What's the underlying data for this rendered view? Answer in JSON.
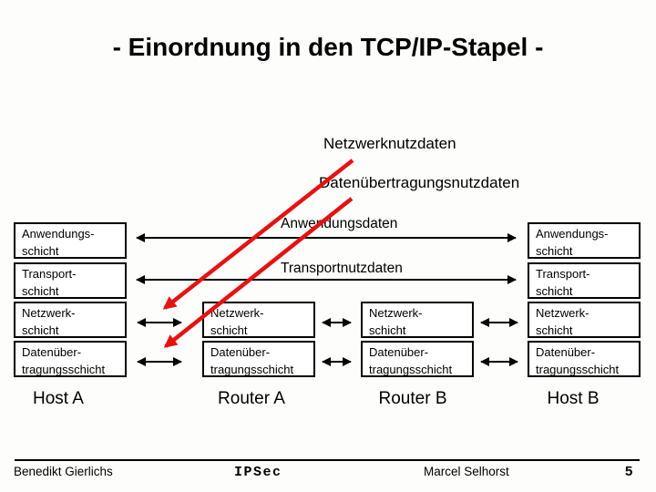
{
  "title": "- Einordnung in den TCP/IP-Stapel -",
  "flow_labels": {
    "netzwerknutzdaten": "Netzwerknutzdaten",
    "datenuebertragungsnutzdaten": "Datenübertragungsnutzdaten",
    "anwendungsdaten": "Anwendungsdaten",
    "transportnutzdaten": "Transportnutzdaten"
  },
  "layers": {
    "host": [
      [
        "Anwendungs-",
        "schicht"
      ],
      [
        "Transport-",
        "schicht"
      ],
      [
        "Netzwerk-",
        "schicht"
      ],
      [
        "Datenüber-",
        "tragungsschicht"
      ]
    ],
    "router": [
      [
        "Netzwerk-",
        "schicht"
      ],
      [
        "Datenüber-",
        "tragungsschicht"
      ]
    ]
  },
  "columns": [
    {
      "id": "host-a",
      "label": "Host A",
      "type": "host"
    },
    {
      "id": "router-a",
      "label": "Router A",
      "type": "router"
    },
    {
      "id": "router-b",
      "label": "Router B",
      "type": "router"
    },
    {
      "id": "host-b",
      "label": "Host B",
      "type": "host"
    }
  ],
  "footer": {
    "author_left": "Benedikt Gierlichs",
    "topic_center": "IPSec",
    "author_right": "Marcel Selhorst",
    "page_number": "5"
  },
  "colors": {
    "red_arrow": "#e51212",
    "black": "#000000",
    "background": "#fdfdfb"
  }
}
